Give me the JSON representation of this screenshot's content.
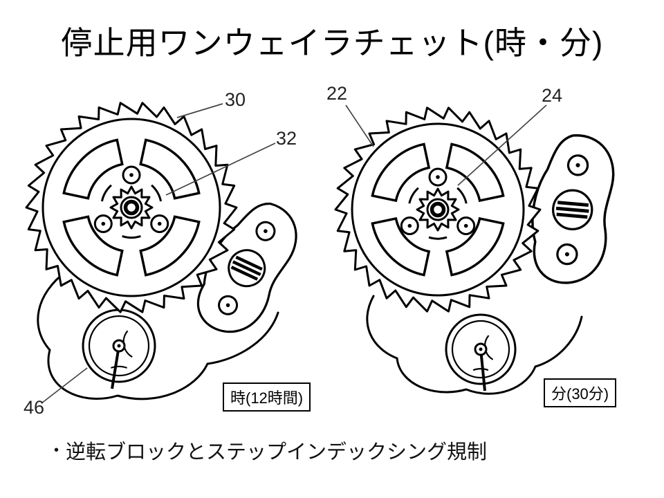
{
  "slide": {
    "title": "停止用ワンウェイラチェット(時・分)",
    "bullet": {
      "marker": "•",
      "text": "逆転ブロックとステップインデックシング規制"
    },
    "figures": {
      "hour": {
        "caption": "時(12時間)",
        "refs": {
          "n30": "30",
          "n32": "32",
          "n46": "46"
        }
      },
      "minute": {
        "caption": "分(30分)",
        "refs": {
          "n22": "22",
          "n24": "24"
        }
      }
    }
  }
}
